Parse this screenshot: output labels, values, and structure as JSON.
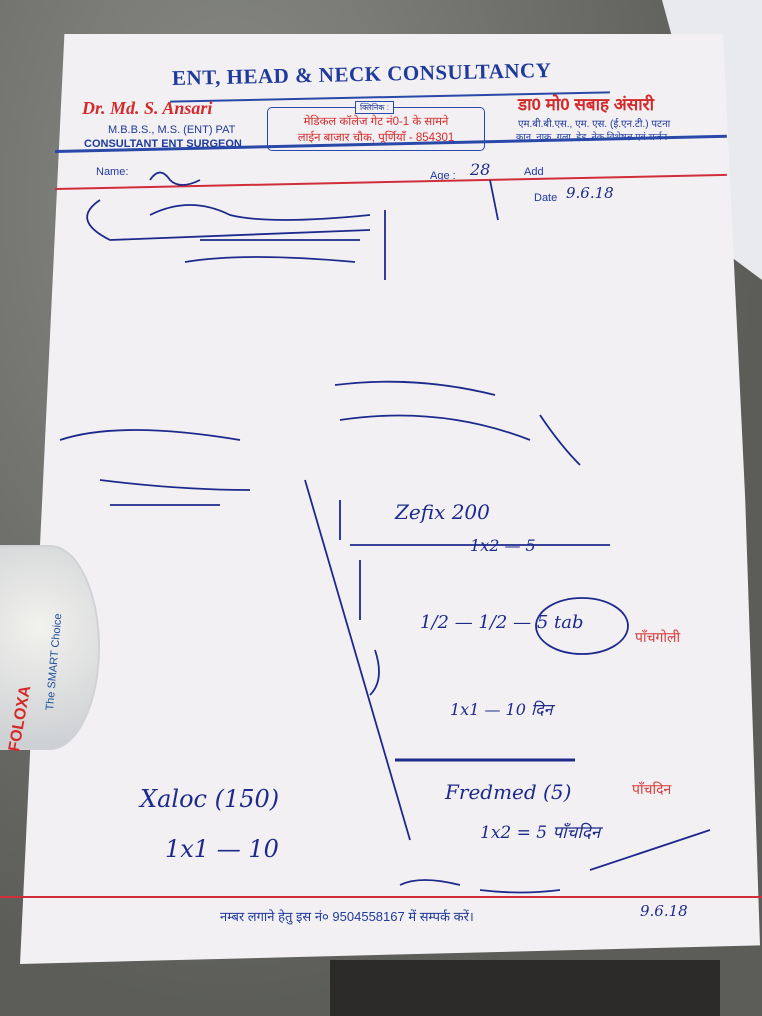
{
  "letterhead": {
    "title": "ENT, HEAD & NECK CONSULTANCY",
    "doctor_name_en": "Dr. Md. S. Ansari",
    "qualifications_en": "M.B.B.S., M.S. (ENT) PAT",
    "role_en": "CONSULTANT ENT SURGEON",
    "clinic_tag": "क्लिनिक :",
    "clinic_line1": "मेडिकल कॉलेज गेट नं0-1 के सामने",
    "clinic_line2": "लाईन बाजार चौक, पूर्णियाँ - 854301",
    "doctor_name_hi": "डा0 मो0 सबाह अंसारी",
    "qualifications_hi": "एम.बी.बी.एस., एम. एस. (ई.एन.टी.) पटना",
    "role_hi": "कान, नाक, गला, हेड, नेक विशेषज्ञ एवं सर्जन"
  },
  "fields": {
    "name_label": "Name:",
    "age_label": "Age :",
    "age_value": "28",
    "address_label": "Add",
    "date_label": "Date",
    "date_value": "9.6.18"
  },
  "prescription": {
    "items": [
      "Zefix 200",
      "1x2 — 5",
      "1/2 — 1/2 — 5 tab",
      "1x1 — 10 दिन",
      "Fredmed (5)",
      "1x2 = 5 पाँचदिन",
      "Xaloc (150)",
      "1x1 — 10"
    ],
    "notes_red": [
      "पाँचगोली",
      "पाँचदिन"
    ],
    "signature_date": "9.6.18"
  },
  "footer": {
    "text": "नम्बर लगाने हेतु इस नं० 9504558167 में सम्पर्क करें।"
  },
  "coaster": {
    "brand": "FOLOXA",
    "tagline": "The SMART Choice"
  }
}
